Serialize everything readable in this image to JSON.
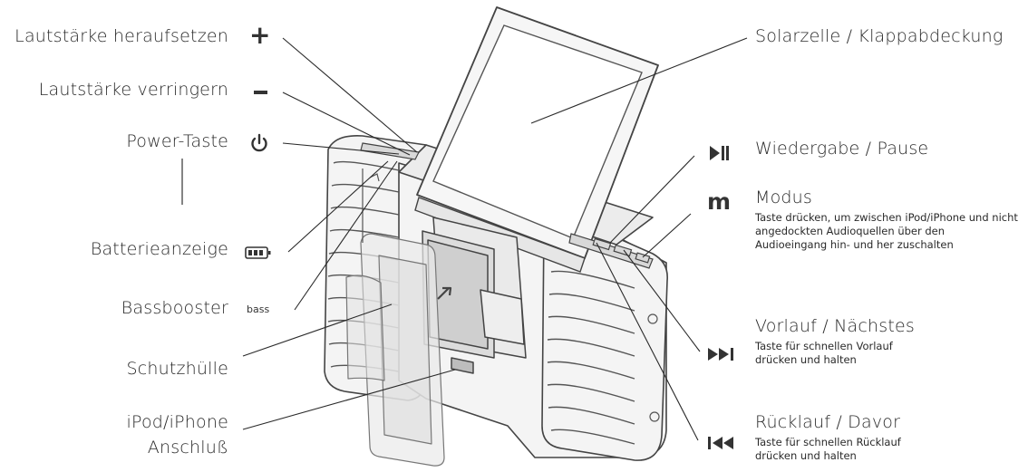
{
  "labels": {
    "volume_up": "Lautstärke heraufsetzen",
    "volume_down": "Lautstärke verringern",
    "power": "Power-Taste",
    "battery": "Batterieanzeige",
    "bass": "Bassbooster",
    "case": "Schutzhülle",
    "dock_line1": "iPod/iPhone",
    "dock_line2": "Anschluß",
    "solar": "Solarzelle / Klappabdeckung",
    "play": "Wiedergabe / Pause",
    "mode": "Modus",
    "mode_desc": "Taste drücken, um zwischen iPod/iPhone und nicht angedockten Audioquellen über den Audioeingang hin- und her zuschalten",
    "next": "Vorlauf / Nächstes",
    "next_desc": "Taste für schnellen Vorlauf drücken und halten",
    "prev": "Rücklauf / Davor",
    "prev_desc": "Taste für schnellen Rücklauf drücken und halten",
    "bass_icon_text": "bass"
  },
  "icons": {
    "volume_up": "plus-icon",
    "volume_down": "minus-icon",
    "power": "power-icon",
    "battery": "battery-icon",
    "play": "play-pause-icon",
    "mode": "mode-m-icon",
    "next": "next-track-icon",
    "prev": "previous-track-icon"
  },
  "colors": {
    "line": "#2a2a2a",
    "device_fill": "#f4f4f4",
    "device_stroke": "#444444"
  }
}
